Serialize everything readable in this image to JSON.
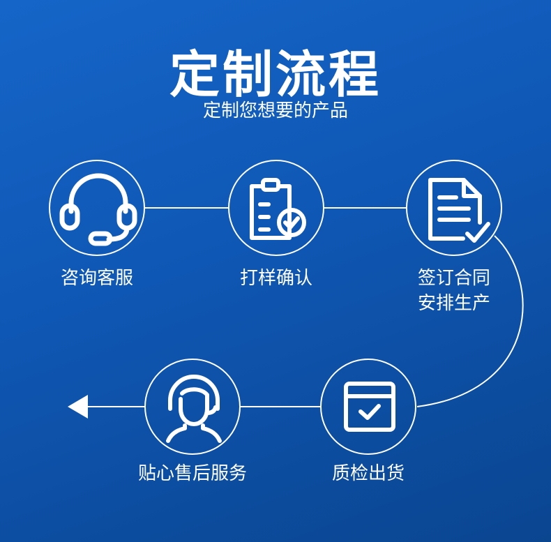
{
  "title": "定制流程",
  "subtitle": "定制您想要的产品",
  "steps": [
    {
      "label": "咨询客服",
      "icon": "headset-icon"
    },
    {
      "label": "打样确认",
      "icon": "clipboard-check-icon"
    },
    {
      "label": "签订合同",
      "label2": "安排生产",
      "icon": "document-check-icon"
    },
    {
      "label": "质检出货",
      "icon": "calendar-check-icon"
    },
    {
      "label": "贴心售后服务",
      "icon": "support-agent-icon"
    }
  ],
  "colors": {
    "background": "#1565c8",
    "foreground": "#ffffff"
  }
}
